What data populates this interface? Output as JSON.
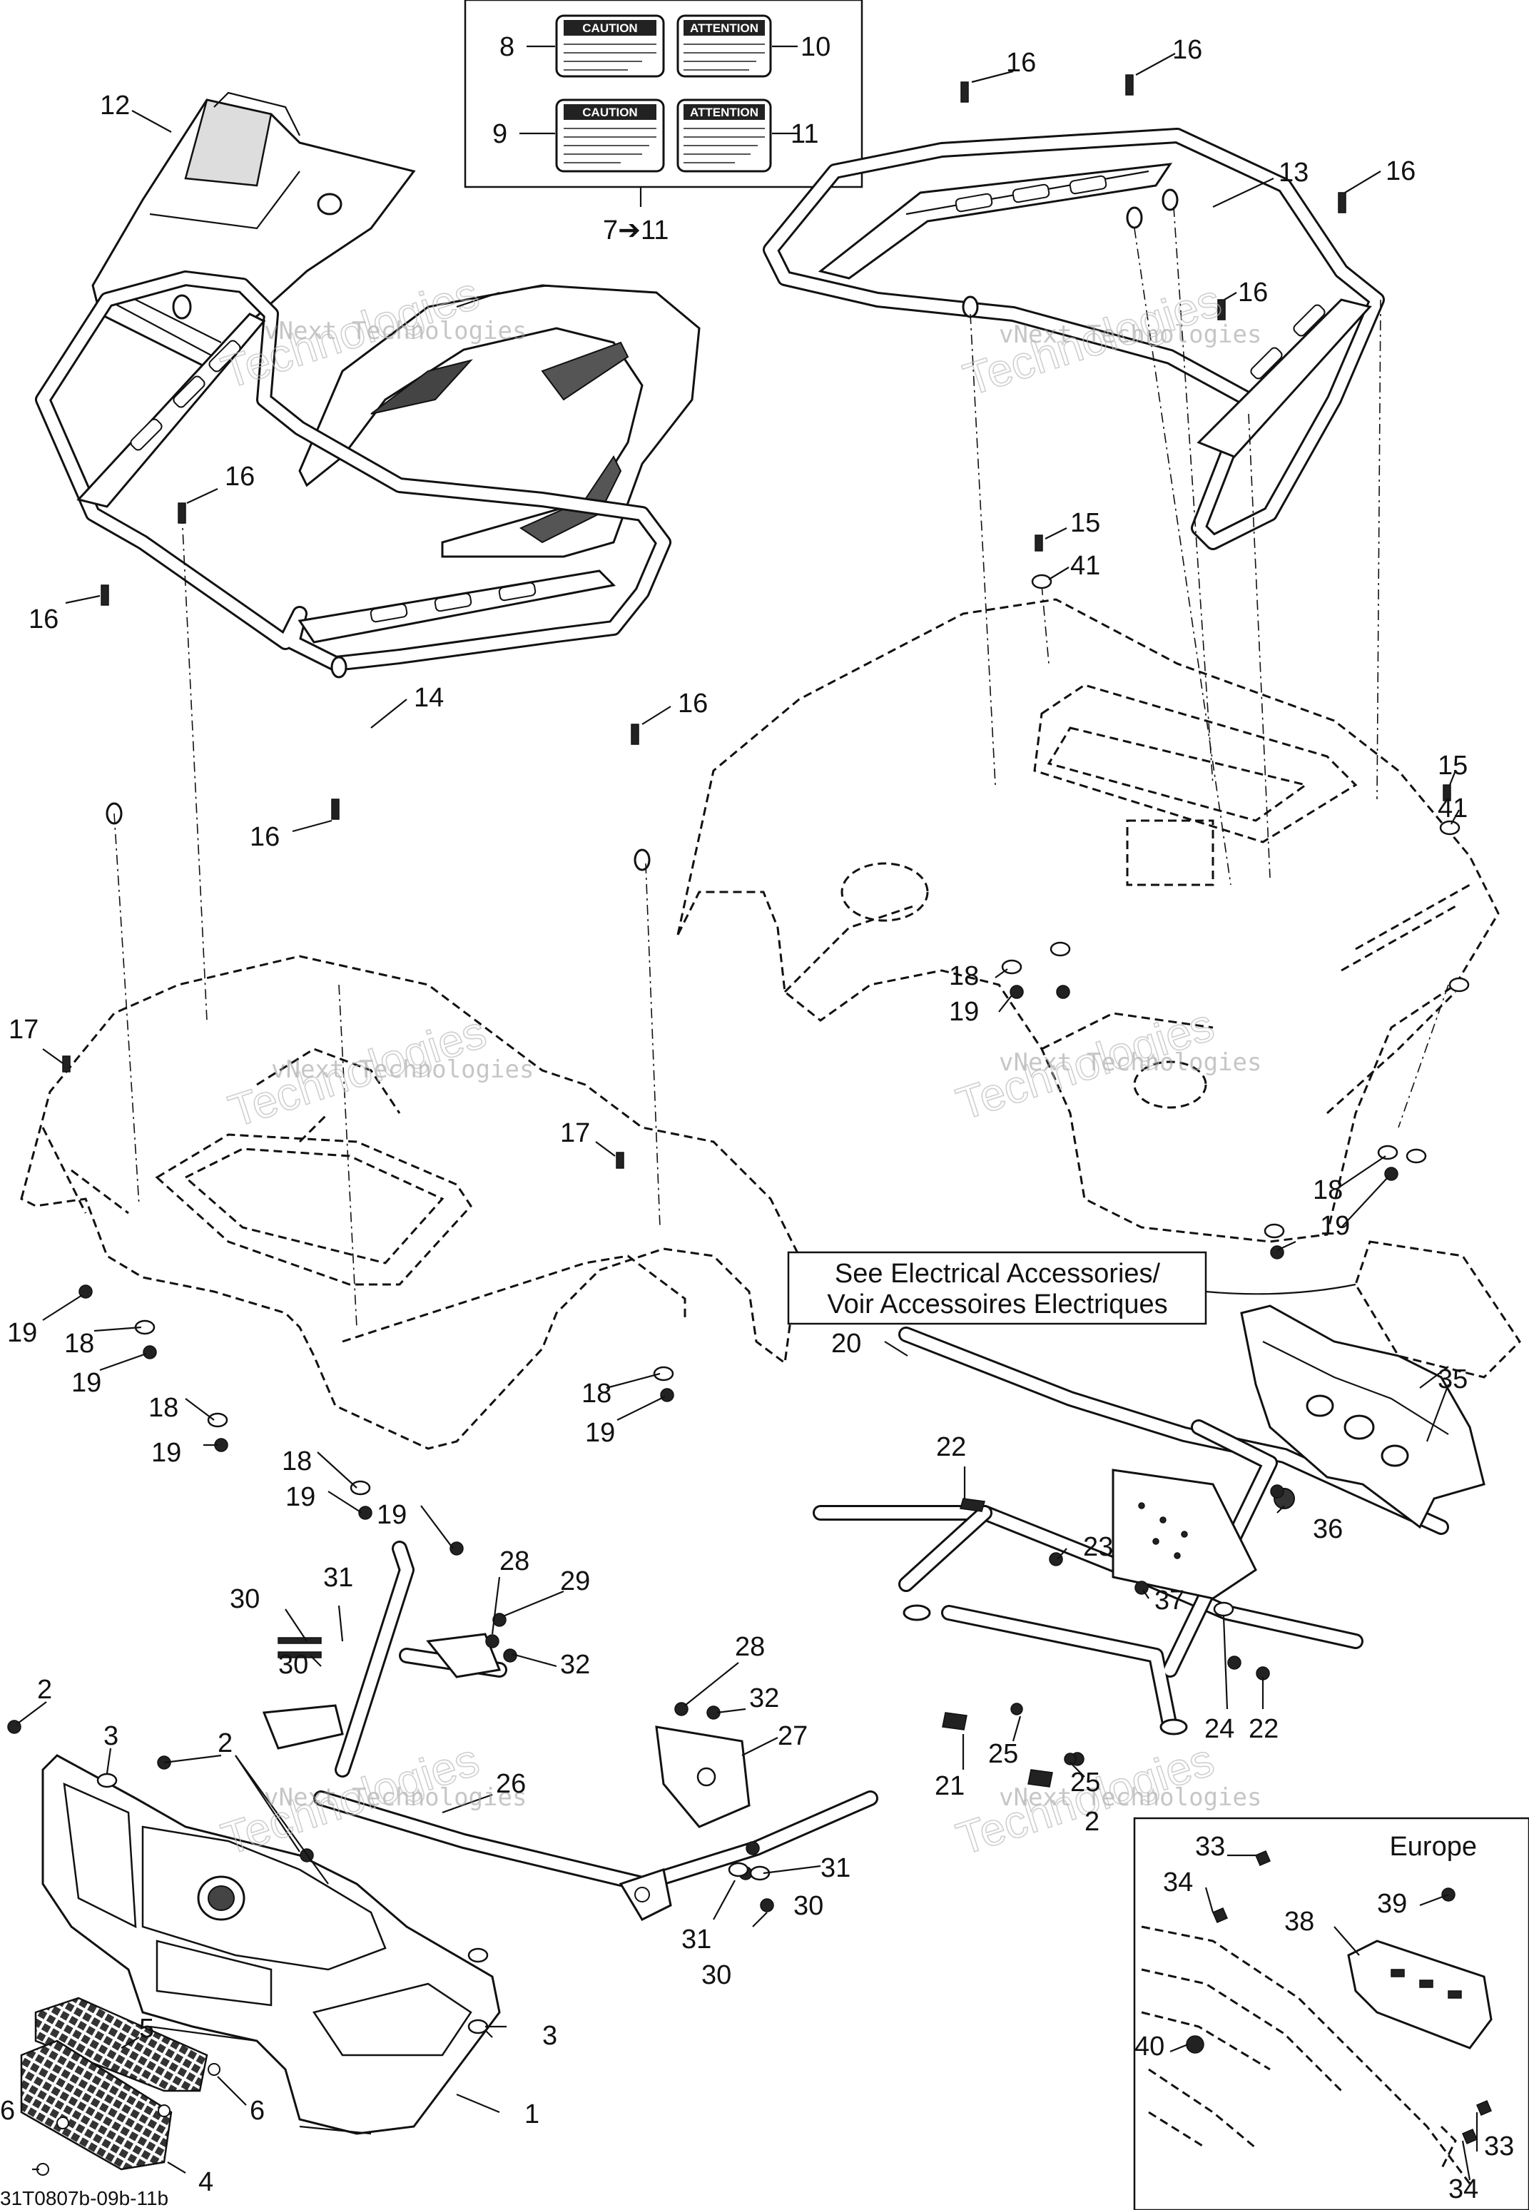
{
  "diagram": {
    "callouts": [
      {
        "id": "c8",
        "label": "8"
      },
      {
        "id": "c10",
        "label": "10"
      },
      {
        "id": "c9",
        "label": "9"
      },
      {
        "id": "c11",
        "label": "11"
      },
      {
        "id": "c12",
        "label": "12"
      },
      {
        "id": "c7-11",
        "label": "7➔11"
      },
      {
        "id": "c16a",
        "label": "16"
      },
      {
        "id": "c16b",
        "label": "16"
      },
      {
        "id": "c13",
        "label": "13"
      },
      {
        "id": "c16c",
        "label": "16"
      },
      {
        "id": "c16d",
        "label": "16"
      },
      {
        "id": "c16e",
        "label": "16"
      },
      {
        "id": "c16f",
        "label": "16"
      },
      {
        "id": "c14",
        "label": "14"
      },
      {
        "id": "c16g",
        "label": "16"
      },
      {
        "id": "c16h",
        "label": "16"
      },
      {
        "id": "c15a",
        "label": "15"
      },
      {
        "id": "c41a",
        "label": "41"
      },
      {
        "id": "c15b",
        "label": "15"
      },
      {
        "id": "c41b",
        "label": "41"
      },
      {
        "id": "c18a",
        "label": "18"
      },
      {
        "id": "c19a",
        "label": "19"
      },
      {
        "id": "c17a",
        "label": "17"
      },
      {
        "id": "c17b",
        "label": "17"
      },
      {
        "id": "c18b",
        "label": "18"
      },
      {
        "id": "c19b",
        "label": "19"
      },
      {
        "id": "c19c",
        "label": "19"
      },
      {
        "id": "c18c",
        "label": "18"
      },
      {
        "id": "c19d",
        "label": "19"
      },
      {
        "id": "c18d",
        "label": "18"
      },
      {
        "id": "c19e",
        "label": "19"
      },
      {
        "id": "c18e",
        "label": "18"
      },
      {
        "id": "c19f",
        "label": "19"
      },
      {
        "id": "c18f",
        "label": "18"
      },
      {
        "id": "c19g",
        "label": "19"
      },
      {
        "id": "c19h",
        "label": "19"
      },
      {
        "id": "c20",
        "label": "20"
      },
      {
        "id": "c35",
        "label": "35"
      },
      {
        "id": "c22a",
        "label": "22"
      },
      {
        "id": "c36",
        "label": "36"
      },
      {
        "id": "c23",
        "label": "23"
      },
      {
        "id": "c37",
        "label": "37"
      },
      {
        "id": "c24",
        "label": "24"
      },
      {
        "id": "c22b",
        "label": "22"
      },
      {
        "id": "c25a",
        "label": "25"
      },
      {
        "id": "c21",
        "label": "21"
      },
      {
        "id": "c25b",
        "label": "25"
      },
      {
        "id": "c2x",
        "label": "2"
      },
      {
        "id": "c28a",
        "label": "28"
      },
      {
        "id": "c29",
        "label": "29"
      },
      {
        "id": "c30a",
        "label": "30"
      },
      {
        "id": "c31a",
        "label": "31"
      },
      {
        "id": "c30b",
        "label": "30"
      },
      {
        "id": "c32a",
        "label": "32"
      },
      {
        "id": "c28b",
        "label": "28"
      },
      {
        "id": "c32b",
        "label": "32"
      },
      {
        "id": "c27",
        "label": "27"
      },
      {
        "id": "c26",
        "label": "26"
      },
      {
        "id": "c31b",
        "label": "31"
      },
      {
        "id": "c30c",
        "label": "30"
      },
      {
        "id": "c31c",
        "label": "31"
      },
      {
        "id": "c30d",
        "label": "30"
      },
      {
        "id": "c2a",
        "label": "2"
      },
      {
        "id": "c3a",
        "label": "3"
      },
      {
        "id": "c2b",
        "label": "2"
      },
      {
        "id": "c3b",
        "label": "3"
      },
      {
        "id": "c5",
        "label": "5"
      },
      {
        "id": "c6a",
        "label": "6"
      },
      {
        "id": "c6b",
        "label": "6"
      },
      {
        "id": "c1",
        "label": "1"
      },
      {
        "id": "c4",
        "label": "4"
      },
      {
        "id": "c33a",
        "label": "33"
      },
      {
        "id": "c34a",
        "label": "34"
      },
      {
        "id": "c39",
        "label": "39"
      },
      {
        "id": "c38",
        "label": "38"
      },
      {
        "id": "c40",
        "label": "40"
      },
      {
        "id": "c33b",
        "label": "33"
      },
      {
        "id": "c34b",
        "label": "34"
      }
    ],
    "decals": {
      "caution_a": "CAUTION",
      "attention_a": "ATTENTION",
      "caution_b": "CAUTION",
      "attention_b": "ATTENTION"
    },
    "note_box": {
      "line1": "See Electrical Accessories/",
      "line2": "Voir Accessoires Electriques"
    },
    "inset": {
      "title": "Europe"
    },
    "watermark": {
      "line1": "vNext Technologies",
      "line2": "Technologies"
    },
    "drawing_code": "31T0807b-09b-11b"
  }
}
